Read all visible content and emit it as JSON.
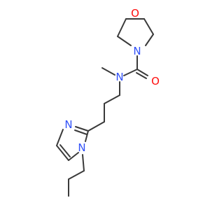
{
  "molecule": {
    "atoms": {
      "morpholine_o": {
        "label": "O",
        "color": "#ff0d0d"
      },
      "morpholine_n": {
        "label": "N",
        "color": "#3050f8"
      },
      "carbonyl_o": {
        "label": "O",
        "color": "#ff0d0d"
      },
      "amide_n": {
        "label": "N",
        "color": "#3050f8"
      },
      "imidazole_n3": {
        "label": "N",
        "color": "#3050f8"
      },
      "imidazole_n1": {
        "label": "N",
        "color": "#3050f8"
      }
    },
    "bond_color": "#3a3a3a"
  }
}
